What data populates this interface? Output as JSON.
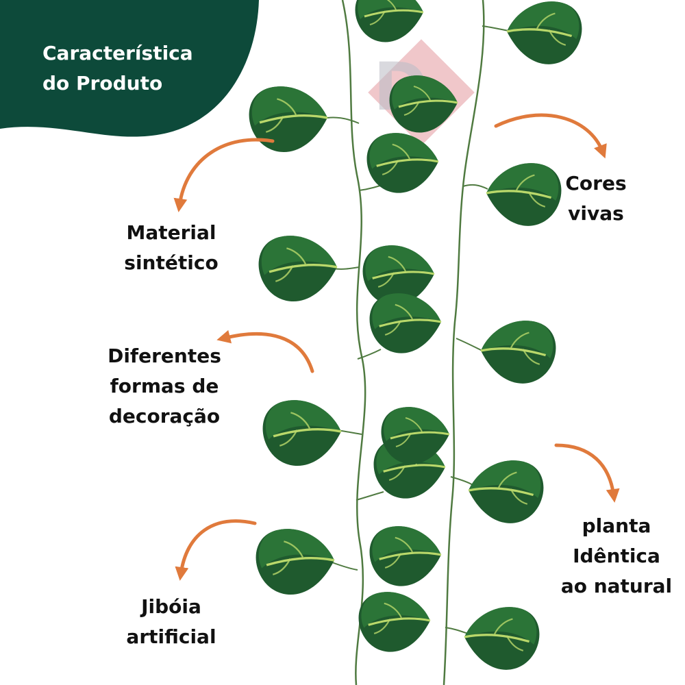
{
  "badge": {
    "line1": "Característica",
    "line2": "do Produto",
    "color": "#0d4a3a"
  },
  "features": {
    "material": [
      "Material",
      "sintético"
    ],
    "formas": [
      "Diferentes",
      "formas de",
      "decoração"
    ],
    "jiboia": [
      "Jibóia",
      "artificial"
    ],
    "cores": [
      "Cores",
      "vivas"
    ],
    "planta": [
      "planta",
      "Idêntica",
      "ao natural"
    ]
  },
  "colors": {
    "arrow": "#e07a3c",
    "leaf_dark": "#1f5a2e",
    "leaf_mid": "#2e7a3a",
    "leaf_vein": "#b9d86a",
    "vine": "#4f7a40",
    "watermark": "#e49aa0"
  },
  "icons": [
    "curved-arrow-icon",
    "leaf-icon",
    "logo-watermark"
  ]
}
